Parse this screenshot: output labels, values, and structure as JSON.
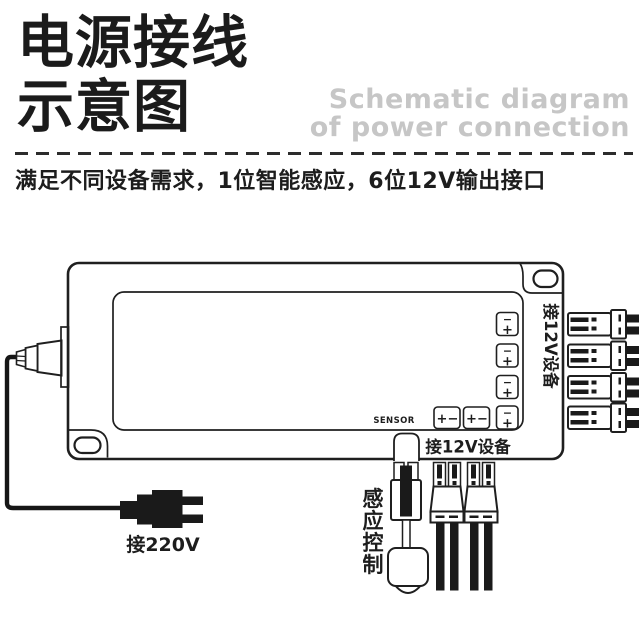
{
  "header": {
    "title_cn": [
      "电源接线",
      "示意图"
    ],
    "title_en": [
      "Schematic diagram",
      "of power connection"
    ],
    "tagline": "满足不同设备需求，1位智能感应，6位12V输出接口"
  },
  "colors": {
    "ink": "#1f1f1f",
    "title_black": "#1b1b1b",
    "subtitle_gray": "#c6c6c6"
  },
  "device": {
    "sensor_port_label": "SENSOR",
    "right_output_label": "接12V设备",
    "bottom_output_label": "接12V设备"
  },
  "labels": {
    "ac_plug": "接220V",
    "sensor_control": [
      "感",
      "应",
      "控",
      "制"
    ]
  },
  "symbols": {
    "plus": "+",
    "minus": "−"
  }
}
